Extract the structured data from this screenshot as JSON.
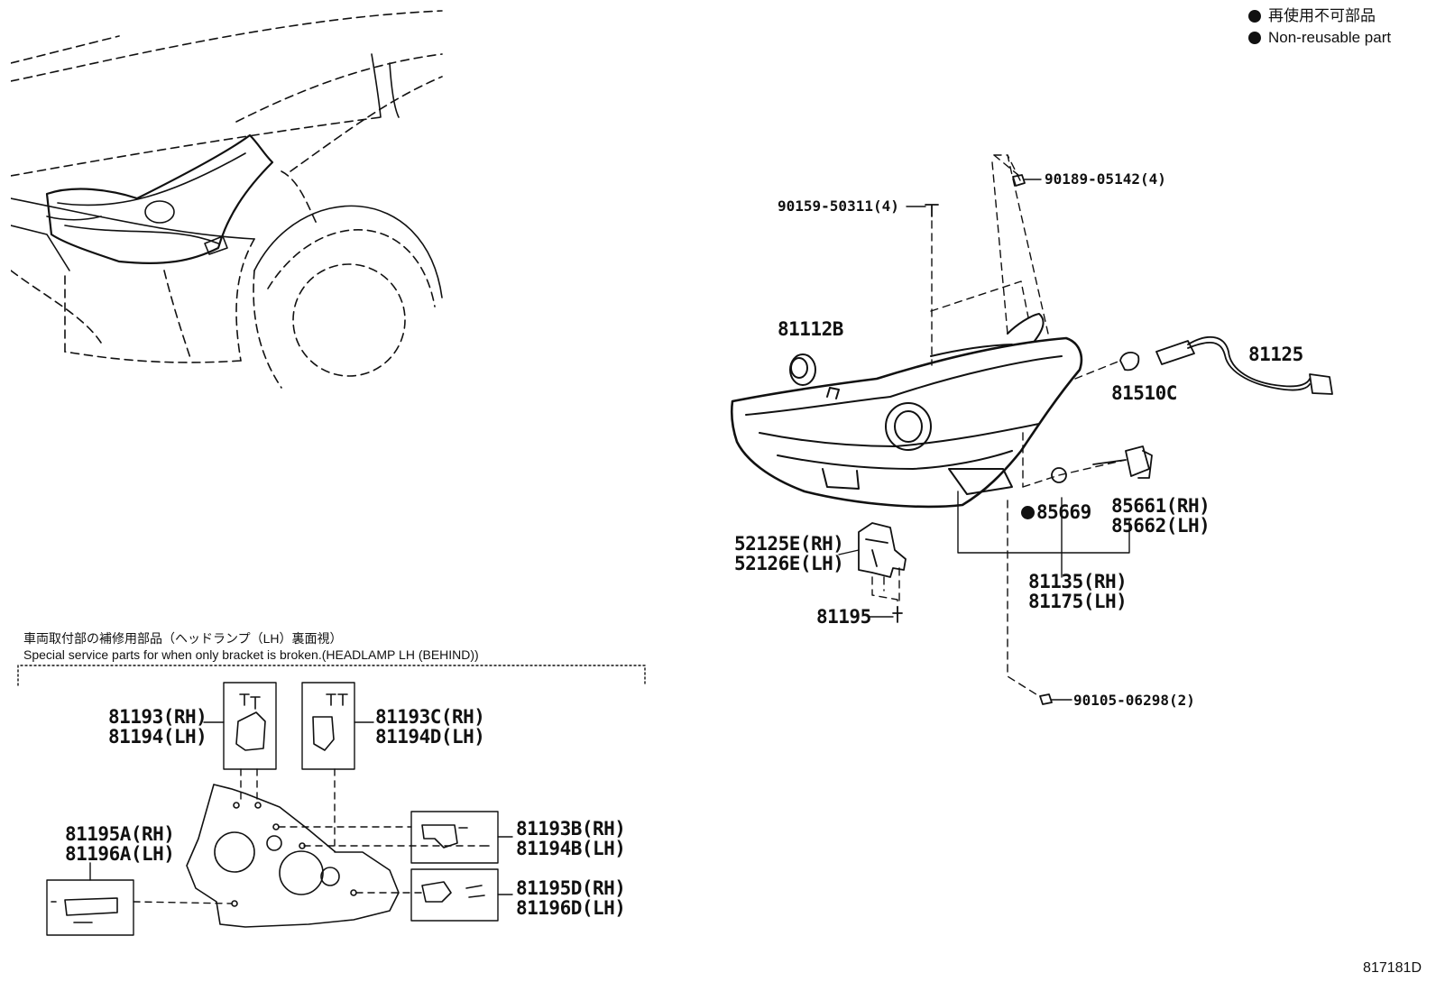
{
  "legend": {
    "items": [
      {
        "label": "再使用不可部品"
      },
      {
        "label": "Non-reusable part"
      }
    ]
  },
  "notes": {
    "jp": "車両取付部の補修用部品（ヘッドランプ（LH）裏面視）",
    "en": "Special service parts for when only bracket is broken.(HEADLAMP LH (BEHIND))"
  },
  "figure_id": "817181D",
  "parts": {
    "p90189": "90189-05142(4)",
    "p90159": "90159-50311(4)",
    "p81112B": "81112B",
    "p81125": "81125",
    "p81510C": "81510C",
    "p85669": "85669",
    "p85661": "85661(RH)",
    "p85662": "85662(LH)",
    "p52125E": "52125E(RH)",
    "p52126E": "52126E(LH)",
    "p81135": "81135(RH)",
    "p81175": "81175(LH)",
    "p81195": "81195",
    "p90105": "90105-06298(2)",
    "p81193": "81193(RH)",
    "p81194": "81194(LH)",
    "p81193C": "81193C(RH)",
    "p81194D": "81194D(LH)",
    "p81193B": "81193B(RH)",
    "p81194B": "81194B(LH)",
    "p81195A": "81195A(RH)",
    "p81196A": "81196A(LH)",
    "p81195D": "81195D(RH)",
    "p81196D": "81196D(LH)"
  }
}
